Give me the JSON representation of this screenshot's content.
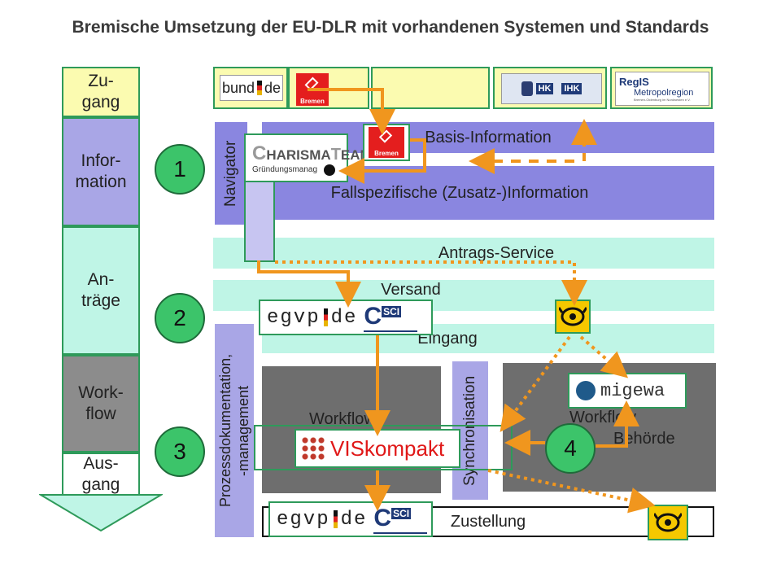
{
  "title": "Bremische Umsetzung der EU-DLR mit vorhandenen Systemen und Standards",
  "phases": {
    "zugang": "Zu-\ngang",
    "information": "Infor-\nmation",
    "antraege": "An-\nträge",
    "workflow": "Work-\nflow",
    "ausgang": "Aus-\ngang"
  },
  "steps": [
    "1",
    "2",
    "3",
    "4"
  ],
  "logos": {
    "bund_text": "bund",
    "bund_tld": "de",
    "bremen": "Bremen",
    "hk": "HK",
    "ihk": "IHK",
    "regis": "RegIS",
    "metropolregion": "Metropolregion",
    "metropolregion_sub": "Bremen-Oldenburg im Nordwesten e.V.",
    "charisma_1": "HARISMA",
    "charisma_2": "EAM",
    "charisma_sub": "Gründungsmanag",
    "egvp_1": "egvp",
    "egvp_2": "de",
    "osci": "SCI",
    "viskompakt": "VISkompakt",
    "migewa": "migewa"
  },
  "bands": {
    "basis": "Basis-Information",
    "fallspezifisch": "Fallspezifische (Zusatz-)Information",
    "antrags": "Antrags-Service",
    "versand": "Versand",
    "eingang": "Eingang",
    "workflow1": "Workflow",
    "workflow2": "Workflow",
    "behoerde": "Behörde",
    "zustellung": "Zustellung"
  },
  "vertical_labels": {
    "navigator": "Navigator",
    "prozess": "Prozessdokumentation,\n-management",
    "sync": "Synchronisation"
  },
  "colors": {
    "green": "#2e9a5a",
    "orange": "#f0961e",
    "blue": "#8a86e0",
    "mint": "#bff5e6",
    "gray": "#6e6e6e",
    "yellow": "#fbfbb0"
  }
}
